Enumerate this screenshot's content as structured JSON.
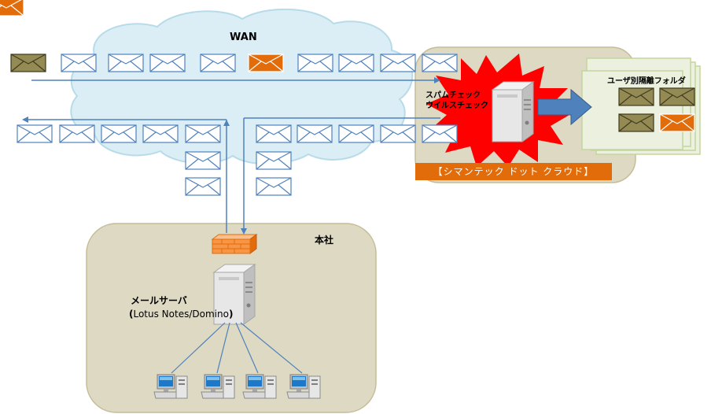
{
  "diagram": {
    "wan_label": "WAN",
    "hq_label": "本社",
    "mail_server_label": "メールサーバ",
    "mail_server_product_open": "(",
    "mail_server_product": "Lotus Notes/Domino",
    "mail_server_product_close": ")",
    "spam_check_label": "スパムチェック",
    "virus_check_label": "ウイルスチェック",
    "user_quarantine_label": "ユーザ別隔離フォルダ",
    "cloud_service_label": "【シマンテック ドット クラウド】"
  },
  "colors": {
    "cloud_fill": "#dbeef6",
    "cloud_stroke": "#b7dbe9",
    "region_fill": "#ddd9c3",
    "region_stroke": "#c4bd97",
    "folder_fill": "#ebf1de",
    "folder_stroke": "#c3d69b",
    "spam_burst": "#ff0000",
    "spam_envelope": "#e36c0a",
    "dark_envelope": "#948a54",
    "envelope_stroke": "#4f81bd",
    "arrow_line": "#4f81bd",
    "big_arrow": "#4f81bd",
    "firewall": "#f79646",
    "service_banner": "#e36c0a"
  },
  "icons": {
    "server": "server-icon",
    "firewall": "firewall-icon",
    "client": "desktop-computer-icon",
    "mail": "envelope-icon",
    "spam_mail": "spam-envelope-icon",
    "quarantined_mail": "quarantined-envelope-icon"
  }
}
